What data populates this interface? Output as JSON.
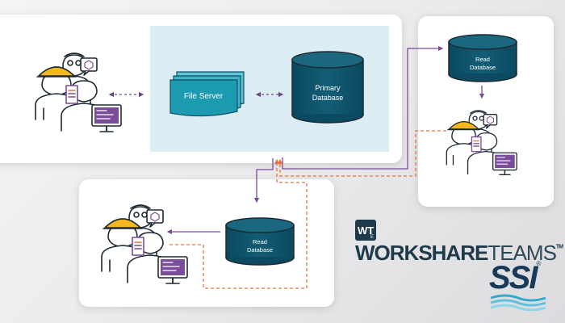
{
  "nodes": {
    "file_server": "File Server",
    "primary_db": [
      "Primary",
      "Database"
    ],
    "read_db_right": [
      "Read",
      "Database"
    ],
    "read_db_bottom": [
      "Read",
      "Database"
    ]
  },
  "branding": {
    "product_badge": "WT",
    "product_badge_sub": "E",
    "product_bold": "WORKSHARE",
    "product_light": "TEAMS",
    "product_tm": "TM",
    "company": "SSI",
    "company_reg": "®"
  },
  "colors": {
    "teal_dark": "#0e5168",
    "teal_file": "#1b9ab0",
    "purple_arrow": "#7a4c99",
    "orange_arrow": "#e8733f",
    "server_area": "#dcedf3"
  }
}
